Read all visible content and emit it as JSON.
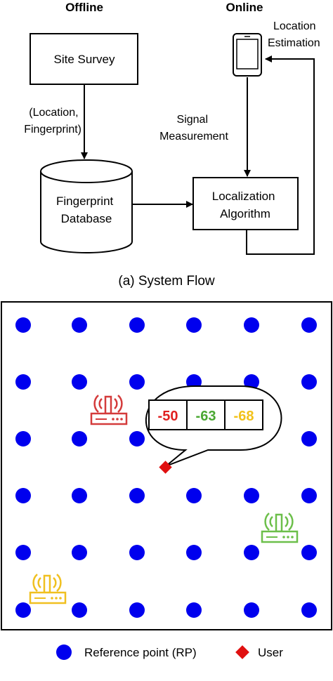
{
  "flow": {
    "offline_label": "Offline",
    "online_label": "Online",
    "site_survey": "Site Survey",
    "survey_arrow_label": [
      "(Location,",
      "Fingerprint)"
    ],
    "database": [
      "Fingerprint",
      "Database"
    ],
    "signal_label": [
      "Signal",
      "Measurement"
    ],
    "location_label": [
      "Location",
      "Estimation"
    ],
    "localization": [
      "Localization",
      "Algorithm"
    ],
    "caption": "(a) System Flow"
  },
  "map": {
    "grid_rows": 6,
    "grid_cols": 6,
    "signals": [
      {
        "value": "-50",
        "color": "#e02020"
      },
      {
        "value": "-63",
        "color": "#4aa832"
      },
      {
        "value": "-68",
        "color": "#f2c21b"
      }
    ],
    "access_points": [
      {
        "color": "#d43b3b"
      },
      {
        "color": "#6cbf4a"
      },
      {
        "color": "#f0c020"
      }
    ],
    "rp_color": "#0000ee",
    "user_color": "#e01010"
  },
  "legend": {
    "rp_label": "Reference point (RP)",
    "user_label": "User"
  }
}
